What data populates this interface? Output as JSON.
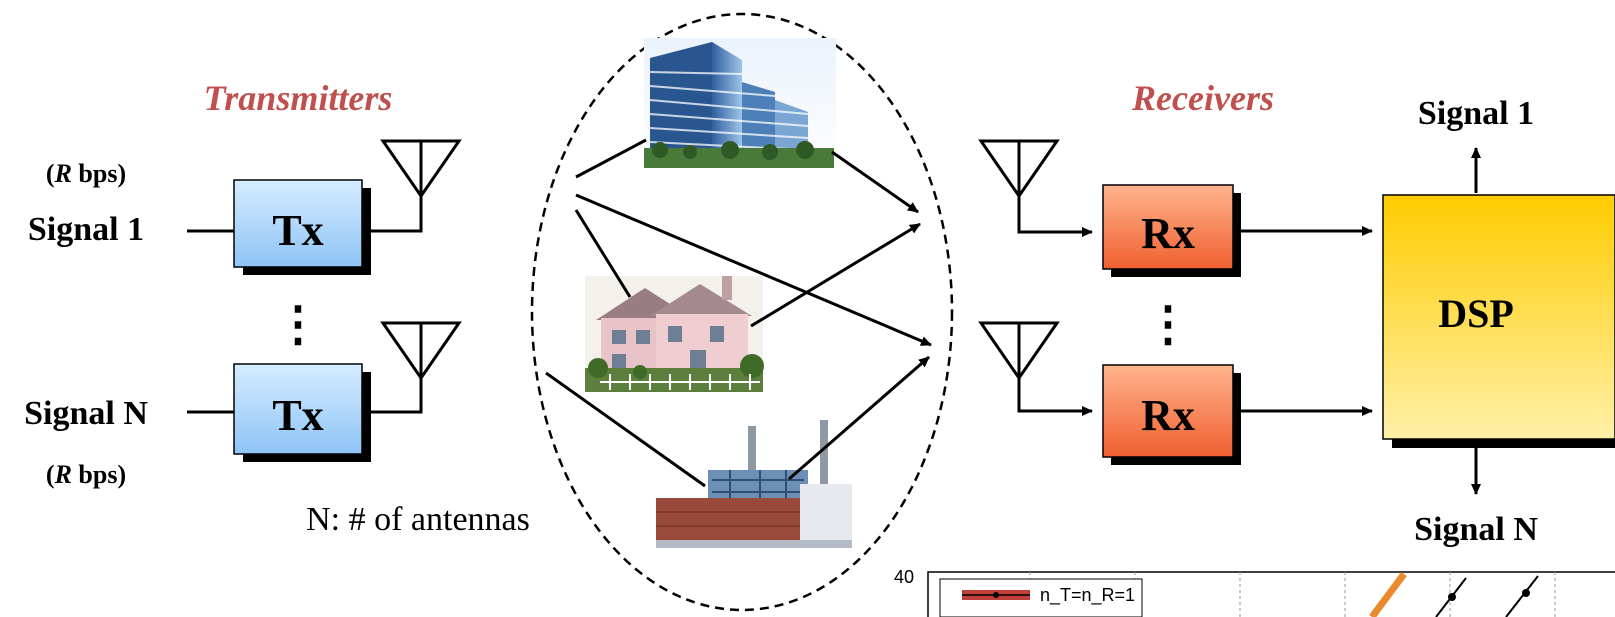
{
  "transmitters": {
    "heading": "Transmitters",
    "top": {
      "rate_open": "(",
      "rate_var": "R",
      "rate_unit": " bps)",
      "signal_label": "Signal 1",
      "box_label": "Tx"
    },
    "dots": "⋮",
    "bottom": {
      "rate_open": "(",
      "rate_var": "R",
      "rate_unit": " bps)",
      "signal_label": "Signal N",
      "box_label": "Tx"
    },
    "footnote": "N: # of antennas"
  },
  "channel": {
    "scatterers": [
      {
        "name": "office-building"
      },
      {
        "name": "house"
      },
      {
        "name": "factory"
      }
    ]
  },
  "receivers": {
    "heading": "Receivers",
    "top": {
      "box_label": "Rx"
    },
    "dots": "⋮",
    "bottom": {
      "box_label": "Rx"
    }
  },
  "dsp": {
    "label": "DSP",
    "output_top": "Signal 1",
    "output_bottom": "Signal N"
  },
  "inset_chart": {
    "y_tick": "40",
    "legend": "n_T=n_R=1"
  },
  "colors": {
    "heading_red": "#c0504d",
    "tx_fill": "#a8d4ff",
    "rx_fill": "#f4764a",
    "dsp_fill": "#ffd21a",
    "antenna_orange": "#e98a2c"
  }
}
